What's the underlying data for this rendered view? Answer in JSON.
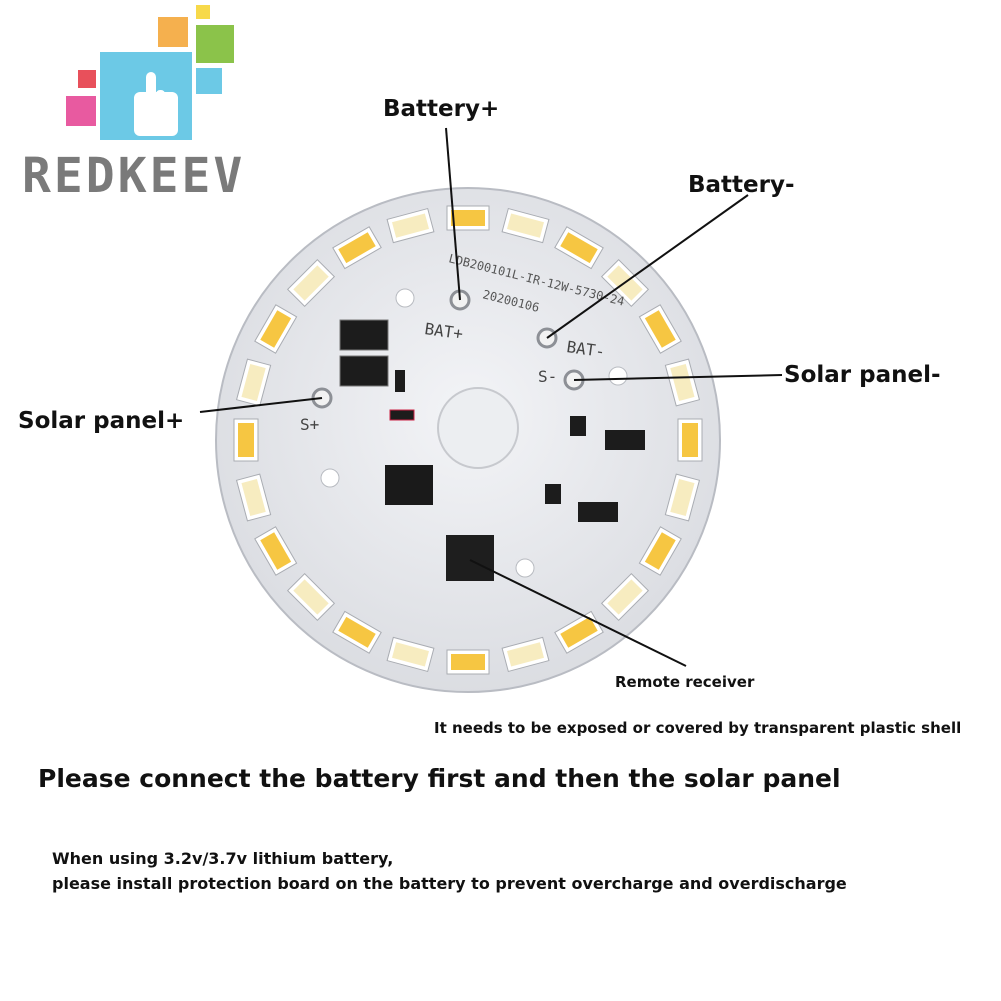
{
  "brand": {
    "name": "REDKEEV",
    "color": "#7a7a7a",
    "tile_colors": [
      "#f5b04e",
      "#f7d94a",
      "#8bc34a",
      "#6cc9e6",
      "#e85aa0",
      "#e8505b"
    ]
  },
  "labels": {
    "battery_plus": "Battery+",
    "battery_minus": "Battery-",
    "solar_minus": "Solar panel-",
    "solar_plus": "Solar panel+",
    "remote_receiver": "Remote receiver"
  },
  "board": {
    "model_text": "LDB200101L-IR-12W-5730-24",
    "date_text": "20200106",
    "pad_bat_plus": "BAT+",
    "pad_bat_minus": "BAT-",
    "pad_s_plus": "S+",
    "pad_s_minus": "S-",
    "led_count": 24,
    "led_warm_color": "#f6c642",
    "led_cool_color": "#f7ecc0"
  },
  "notes": {
    "exposed": "It needs to be exposed or covered by transparent plastic shell",
    "instruction": "Please connect the battery first and then the solar panel",
    "warning_line1": "When using 3.2v/3.7v lithium battery,",
    "warning_line2": "please install protection board on the battery to prevent overcharge and overdischarge"
  }
}
